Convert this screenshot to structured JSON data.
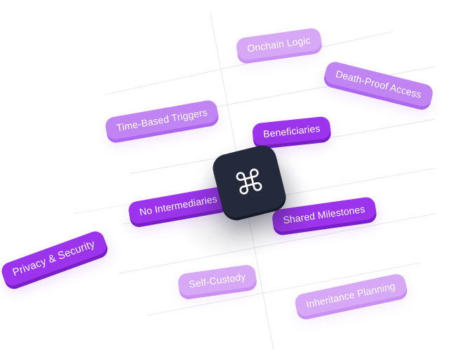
{
  "tags": {
    "onchain_logic": "Onchain Logic",
    "death_proof_access": "Death-Proof Access",
    "time_based_triggers": "Time-Based Triggers",
    "beneficiaries": "Beneficiaries",
    "no_intermediaries": "No Intermediaries",
    "shared_milestones": "Shared Milestones",
    "privacy_security": "Privacy & Security",
    "self_custody": "Self-Custody",
    "inheritance_planning": "Inheritance Planning"
  },
  "center_icon": "command-key-icon",
  "colors": {
    "accent": "#9b34ec",
    "accent_soft": "#d7a8f6",
    "key_dark": "#242a3b",
    "grid_line": "#c8ccd6"
  }
}
